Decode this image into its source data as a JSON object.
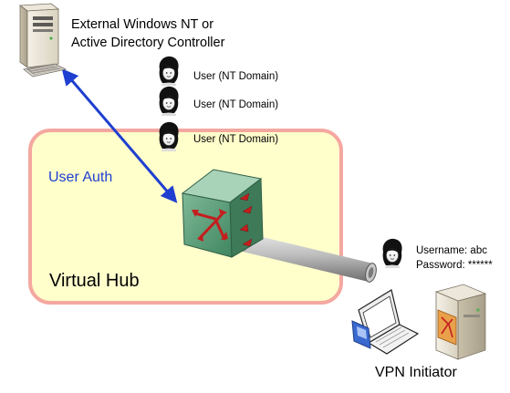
{
  "directory_controller": {
    "label_line1": "External Windows NT or",
    "label_line2": "Active Directory Controller"
  },
  "domain_users": [
    {
      "label": "User (NT Domain)"
    },
    {
      "label": "User (NT Domain)"
    },
    {
      "label": "User (NT Domain)"
    }
  ],
  "auth_link": {
    "label": "User Auth",
    "color": "#1f3fd0"
  },
  "virtual_hub": {
    "label": "Virtual Hub",
    "fill": "#ffffcc",
    "border": "#f4a8a0"
  },
  "credentials": {
    "username_line": "Username: abc",
    "password_line": "Password: ******"
  },
  "vpn_initiator": {
    "label": "VPN Initiator"
  },
  "icons": [
    "server-icon",
    "user-icon",
    "switch-icon",
    "tunnel-pipe",
    "laptop-icon"
  ]
}
